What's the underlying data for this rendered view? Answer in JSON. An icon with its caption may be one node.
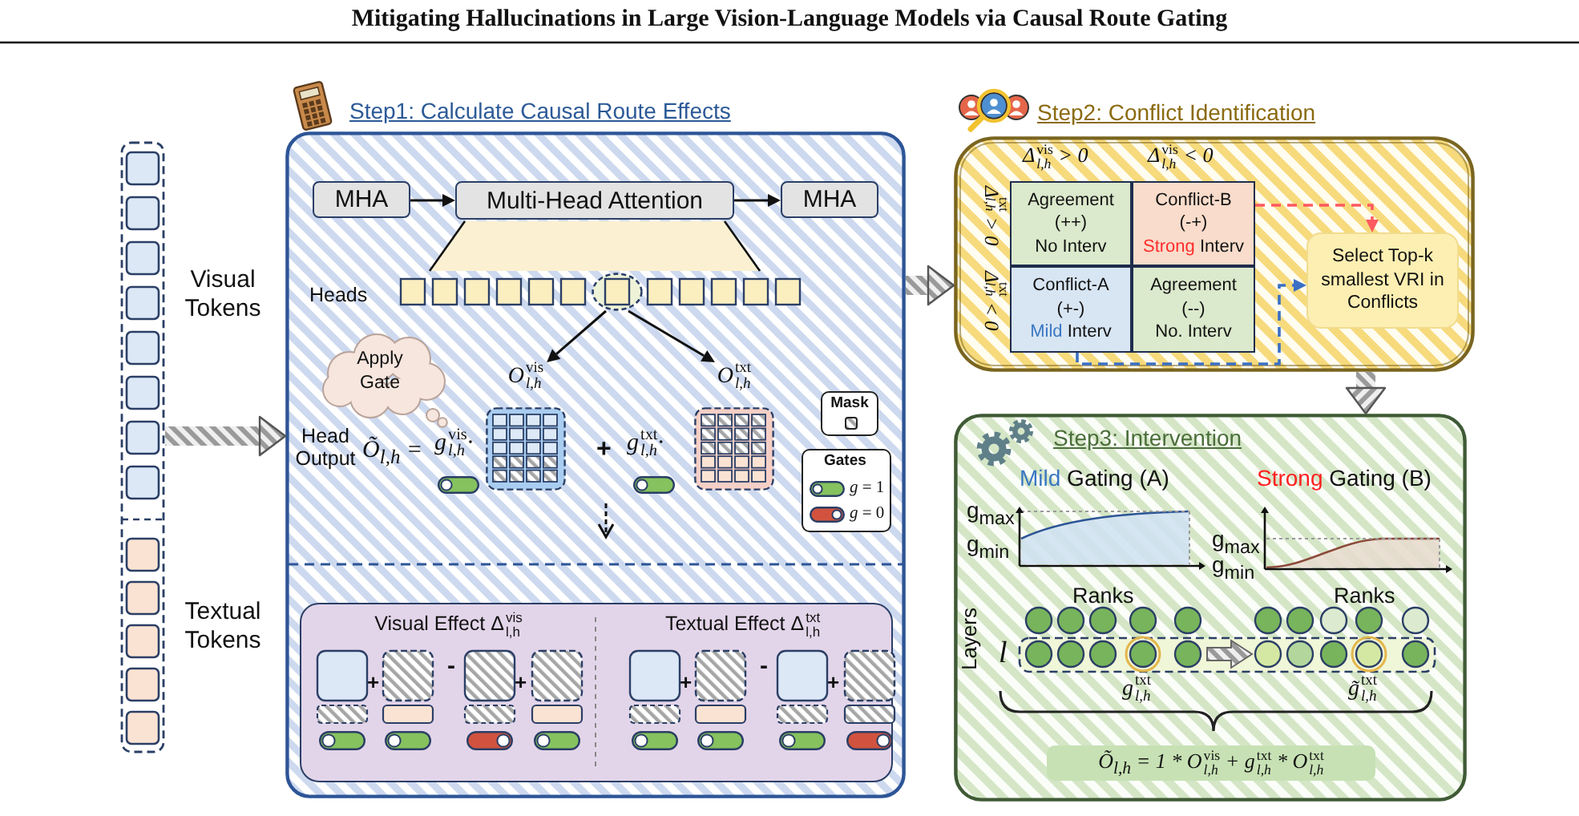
{
  "diagram": {
    "title": "Mitigating Hallucinations in Large Vision-Language Models via Causal Route Gating",
    "nodes": [
      {
        "text": [],
        "shape": "box",
        "beside": [
          "Visual Tokens",
          "Textual Tokens"
        ]
      },
      {
        "text": [
          "Step1: Calculate Causal Route Effects"
        ]
      },
      {
        "text": [
          "MHA"
        ],
        "in": 1
      },
      {
        "text": [
          "Multi-Head Attention"
        ],
        "in": 1
      },
      {
        "text": [
          "MHA"
        ],
        "in": 1
      },
      {
        "text": [],
        "shape": "box",
        "in": 1
      },
      {
        "text": [
          "Apply Gate"
        ],
        "in": 1
      },
      {
        "text": [
          "O$^{vis}$$_{l,h}$"
        ],
        "in": 1
      },
      {
        "text": [
          "O$^{txt}$$_{l,h}$"
        ],
        "in": 1
      },
      {
        "text": [
          "Visual Effect Δ$^{vis}$$_{l,h}$",
          "Textual Effect Δ$^{txt}$$_{l,h}$"
        ],
        "in": 1
      },
      {
        "text": [
          "Step2: Conflict Identification"
        ]
      },
      {
        "text": [
          "Agreement",
          "(++)",
          "No Interv"
        ],
        "in": 10
      },
      {
        "text": [
          "Conflict-B",
          "(-+)",
          "Strong Interv"
        ],
        "in": 10
      },
      {
        "text": [
          "Conflict-A",
          "(+-)",
          "Mild Interv"
        ],
        "in": 10
      },
      {
        "text": [
          "Agreement",
          "(--)",
          "No. Interv"
        ],
        "in": 10
      },
      {
        "text": [
          "Select Top-k smallest VRI in Conflicts"
        ],
        "in": 10
      },
      {
        "text": [
          "Step3: Intervention"
        ]
      },
      {
        "text": [
          "Õ$_{l,h}$ = 1 * O$^{vis}$$_{l,h}$ + g$^{txt}$$_{l,h}$ * O$^{txt}$$_{l,h}$"
        ],
        "in": 16
      }
    ],
    "edges": [
      {
        "from": 0,
        "to": 1,
        "arrow": "to",
        "style": "thick"
      },
      {
        "from": 2,
        "to": 3,
        "arrow": "to"
      },
      {
        "from": 3,
        "to": 4,
        "arrow": "to"
      },
      {
        "from": 5,
        "to": 7,
        "arrow": "to"
      },
      {
        "from": 5,
        "to": 8,
        "arrow": "to"
      },
      {
        "from": 1,
        "to": 10,
        "arrow": "to",
        "style": "thick"
      },
      {
        "from": 12,
        "to": 15,
        "arrow": "to",
        "style": "dashed",
        "color": "#ff5a5f"
      },
      {
        "from": 13,
        "to": 15,
        "arrow": "to",
        "style": "dashed",
        "color": "#3a6fc4"
      },
      {
        "from": 10,
        "to": 16,
        "arrow": "to",
        "style": "thick"
      }
    ],
    "labels": [
      "Heads",
      "Head Output",
      "Õ$_{l,h}$ =",
      "g$^{vis}$$_{l,h}$·",
      "+",
      "g$^{txt}$$_{l,h}$·",
      "Gates",
      "+",
      "-",
      "+",
      "+",
      "-",
      "+",
      "Δ$^{vis}$$_{l,h}$ > 0",
      "Δ$^{vis}$$_{l,h}$ < 0",
      "Δ$^{txt}$$_{l,h}$ > 0",
      "Δ$^{txt}$$_{l,h}$ < 0",
      "Mild Gating (A)",
      "Strong Gating (B)",
      "g$_{max}$",
      "g$_{min}$",
      "g$_{max}$",
      "g$_{min}$",
      "Ranks",
      "Ranks",
      "Layers",
      "l",
      "g$^{txt}$$_{l,h}$",
      "g̃$^{txt}$$_{l,h}$"
    ],
    "legend": [
      {
        "text": "Mask"
      },
      {
        "text": "*g* = 1"
      },
      {
        "text": "*g* = 0"
      }
    ]
  }
}
